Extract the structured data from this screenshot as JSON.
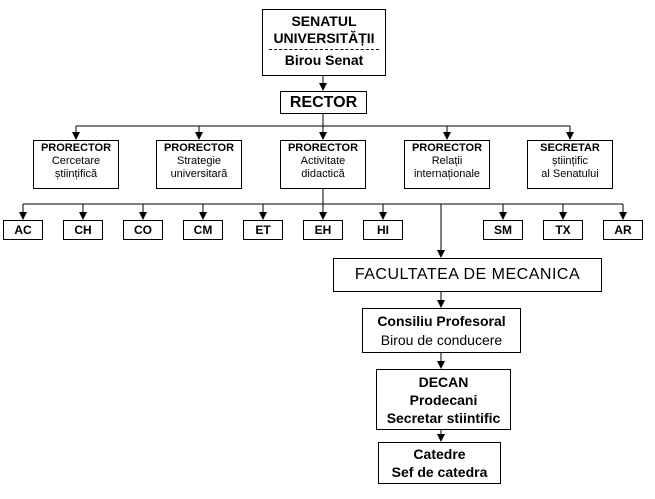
{
  "senat": {
    "line1": "SENATUL",
    "line2": "UNIVERSITĂȚII",
    "line3": "Birou Senat"
  },
  "rector": {
    "label": "RECTOR"
  },
  "prorectors": [
    {
      "title": "PRORECTOR",
      "line1": "Cercetare",
      "line2": "științifică"
    },
    {
      "title": "PRORECTOR",
      "line1": "Strategie",
      "line2": "universitară"
    },
    {
      "title": "PRORECTOR",
      "line1": "Activitate",
      "line2": "didactică"
    },
    {
      "title": "PRORECTOR",
      "line1": "Relații",
      "line2": "internaționale"
    },
    {
      "title": "SECRETAR",
      "line1": "științific",
      "line2": "al Senatului"
    }
  ],
  "departments": [
    "AC",
    "CH",
    "CO",
    "CM",
    "ET",
    "EH",
    "HI",
    "SM",
    "TX",
    "AR"
  ],
  "faculty": {
    "label": "FACULTATEA DE MECANICA"
  },
  "consiliu": {
    "line1": "Consiliu Profesoral",
    "line2": "Birou de conducere"
  },
  "decan": {
    "line1": "DECAN",
    "line2": "Prodecani",
    "line3": "Secretar stiintific"
  },
  "catedre": {
    "line1": "Catedre",
    "line2": "Sef de catedra"
  }
}
